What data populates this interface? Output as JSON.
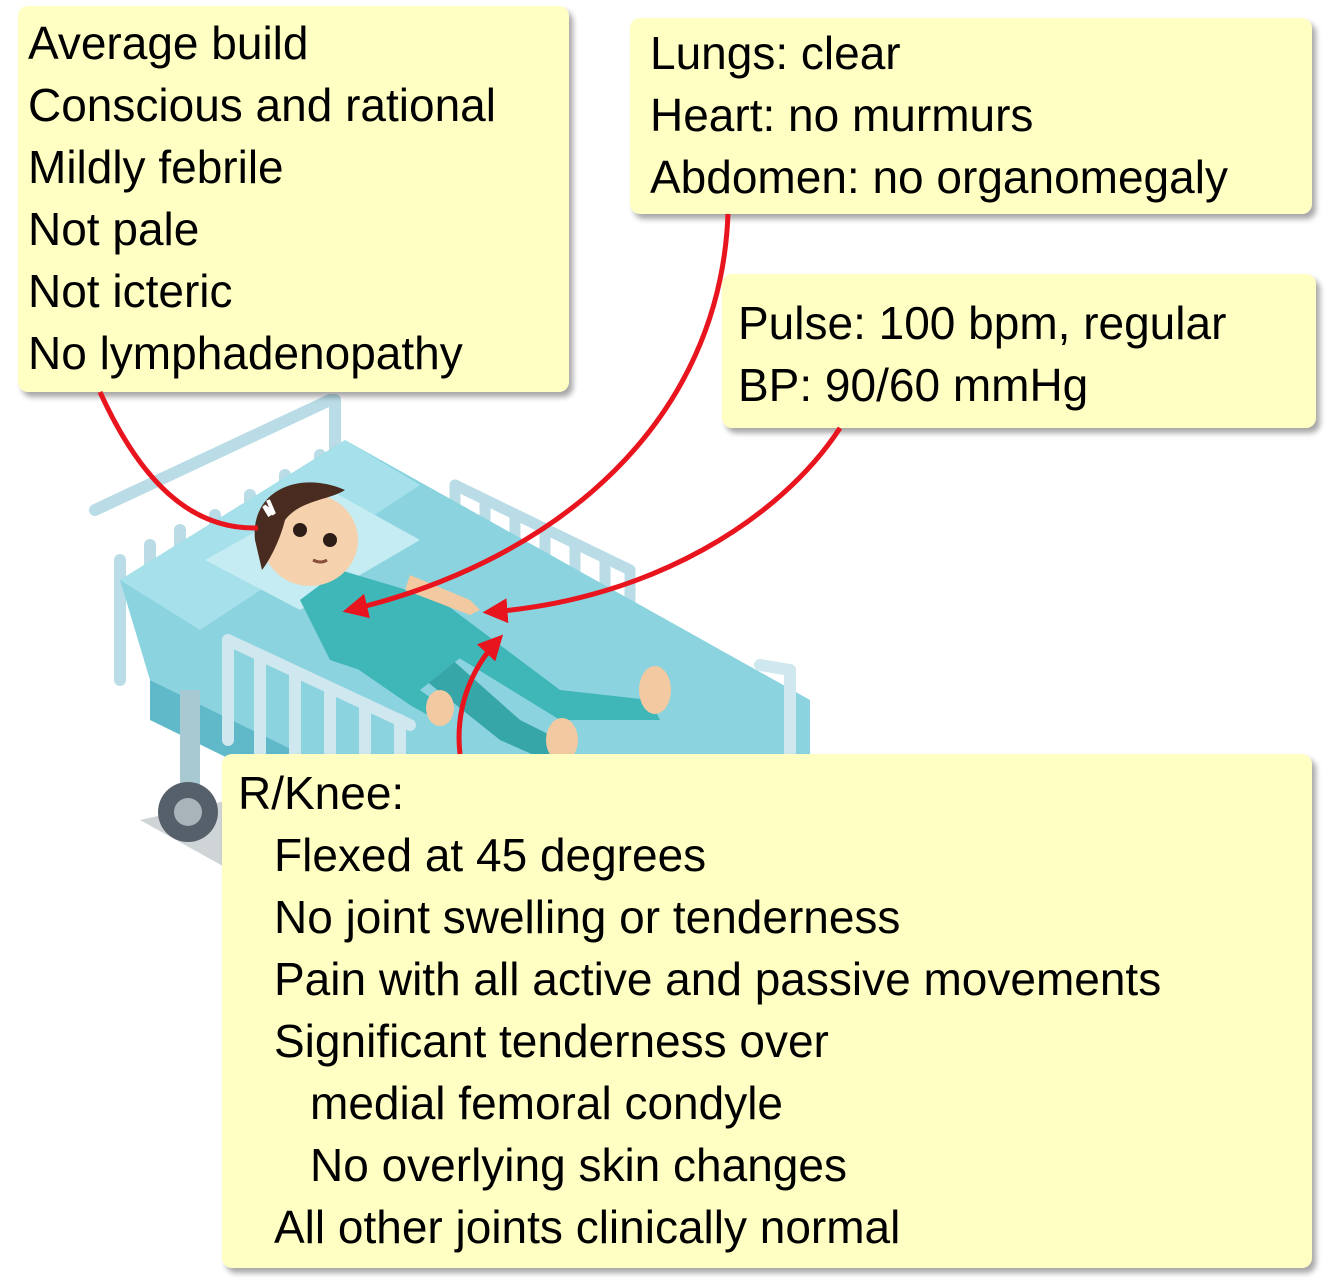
{
  "general_note": {
    "lines": [
      "Average build",
      "Conscious and rational",
      "Mildly febrile",
      "Not pale",
      "Not icteric",
      "No lymphadenopathy"
    ]
  },
  "systems_note": {
    "lines": [
      "Lungs: clear",
      "Heart: no murmurs",
      "Abdomen: no organomegaly"
    ]
  },
  "vitals_note": {
    "lines": [
      "Pulse: 100 bpm, regular",
      "BP: 90/60 mmHg"
    ]
  },
  "knee_note": {
    "lines": [
      "R/Knee:",
      "Flexed at 45 degrees",
      "No joint swelling or tenderness",
      "Pain with all active and passive movements",
      "Significant tenderness over",
      "medial femoral condyle",
      "No overlying skin changes",
      "All other joints clinically normal"
    ]
  },
  "colors": {
    "note_background": "#ffffc4",
    "arrow": "#e8141e",
    "bed_mattress": "#7fd0dc",
    "patient_gown": "#3fb6b8"
  }
}
